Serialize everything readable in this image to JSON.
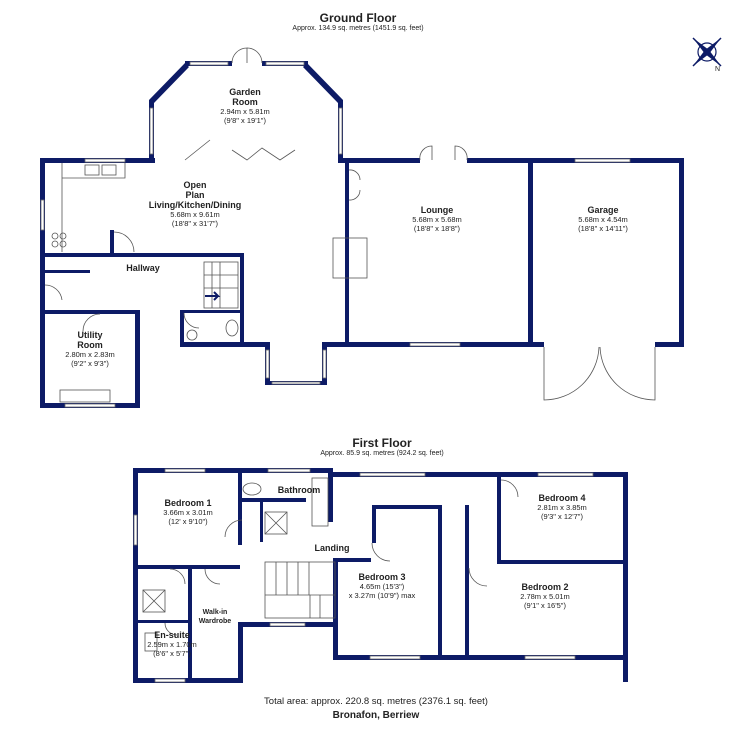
{
  "ground": {
    "title": "Ground Floor",
    "area": "Approx. 134.9 sq. metres (1451.9 sq. feet)",
    "rooms": {
      "garden": {
        "name": "Garden\nRoom",
        "metric": "2.94m x 5.81m",
        "imperial": "(9'8\" x 19'1\")"
      },
      "open_plan": {
        "name": "Open\nPlan\nLiving/Kitchen/Dining",
        "metric": "5.68m x 9.61m",
        "imperial": "(18'8\" x 31'7\")"
      },
      "lounge": {
        "name": "Lounge",
        "metric": "5.68m x 5.68m",
        "imperial": "(18'8\" x 18'8\")"
      },
      "garage": {
        "name": "Garage",
        "metric": "5.68m x 4.54m",
        "imperial": "(18'8\" x 14'11\")"
      },
      "hallway": {
        "name": "Hallway"
      },
      "utility": {
        "name": "Utility\nRoom",
        "metric": "2.80m x 2.83m",
        "imperial": "(9'2\" x 9'3\")"
      }
    }
  },
  "first": {
    "title": "First Floor",
    "area": "Approx. 85.9 sq. metres (924.2 sq. feet)",
    "rooms": {
      "bedroom1": {
        "name": "Bedroom 1",
        "metric": "3.66m x 3.01m",
        "imperial": "(12' x 9'10\")"
      },
      "bathroom": {
        "name": "Bathroom"
      },
      "bedroom4": {
        "name": "Bedroom 4",
        "metric": "2.81m x 3.85m",
        "imperial": "(9'3\" x 12'7\")"
      },
      "landing": {
        "name": "Landing"
      },
      "bedroom3": {
        "name": "Bedroom 3",
        "metric": "4.65m (15'3\")",
        "imperial": "x 3.27m (10'9\") max"
      },
      "bedroom2": {
        "name": "Bedroom 2",
        "metric": "2.78m x 5.01m",
        "imperial": "(9'1\" x 16'5\")"
      },
      "walkin": {
        "name": "Walk-in\nWardrobe"
      },
      "ensuite": {
        "name": "En-suite",
        "metric": "2.59m x 1.70m",
        "imperial": "(8'6\" x 5'7\")"
      }
    }
  },
  "footer": {
    "total": "Total area: approx. 220.8 sq. metres (2376.1 sq. feet)",
    "address": "Bronafon, Berriew"
  },
  "compass": {
    "north_label": "N",
    "icon": "compass-rose-icon"
  },
  "colors": {
    "wall": "#0d1b66",
    "text": "#222222"
  }
}
